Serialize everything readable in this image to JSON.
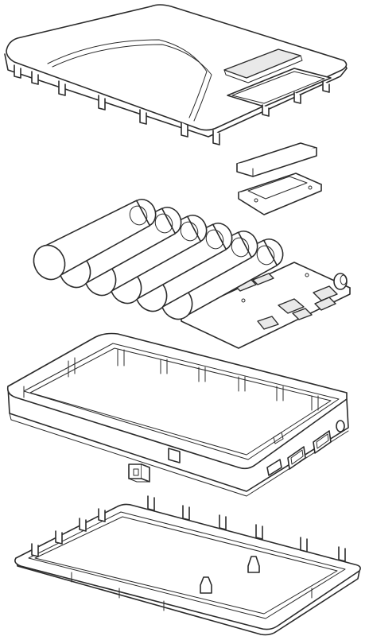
{
  "diagram": {
    "type": "exploded-view line drawing",
    "components": [
      {
        "name": "top-cover",
        "icon": "cover-panel"
      },
      {
        "name": "button-cap",
        "icon": "button"
      },
      {
        "name": "display-board",
        "icon": "pcb-small"
      },
      {
        "name": "battery-cells",
        "icon": "cylinder-cell",
        "count": 6
      },
      {
        "name": "main-pcb",
        "icon": "pcb"
      },
      {
        "name": "middle-frame",
        "icon": "frame"
      },
      {
        "name": "side-button",
        "icon": "button"
      },
      {
        "name": "bottom-shell",
        "icon": "shell"
      }
    ],
    "stroke_color": "#2b2b2b",
    "background_color": "#ffffff"
  }
}
